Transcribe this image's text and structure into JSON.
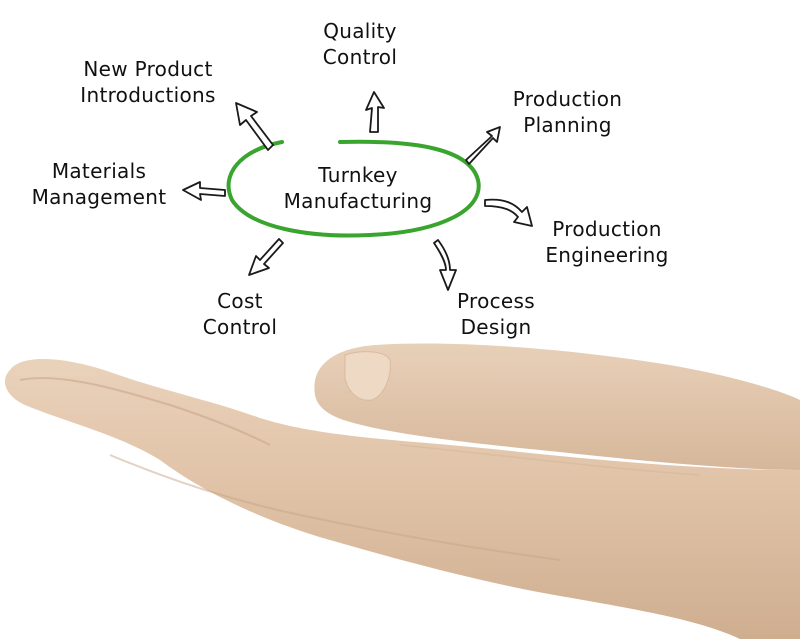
{
  "diagram": {
    "center": {
      "line1": "Turnkey",
      "line2": "Manufacturing",
      "ellipse_color": "#3aa52e"
    },
    "nodes": [
      {
        "id": "quality-control",
        "line1": "Quality",
        "line2": "Control"
      },
      {
        "id": "new-product-introductions",
        "line1": "New Product",
        "line2": "Introductions"
      },
      {
        "id": "production-planning",
        "line1": "Production",
        "line2": "Planning"
      },
      {
        "id": "materials-management",
        "line1": "Materials",
        "line2": "Management"
      },
      {
        "id": "production-engineering",
        "line1": "Production",
        "line2": "Engineering"
      },
      {
        "id": "cost-control",
        "line1": "Cost",
        "line2": "Control"
      },
      {
        "id": "process-design",
        "line1": "Process",
        "line2": "Design"
      }
    ]
  },
  "colors": {
    "text": "#111111",
    "arrow": "#1a1a1a",
    "skin": "#e2c3a6",
    "skin_shadow": "#c9a88a"
  }
}
